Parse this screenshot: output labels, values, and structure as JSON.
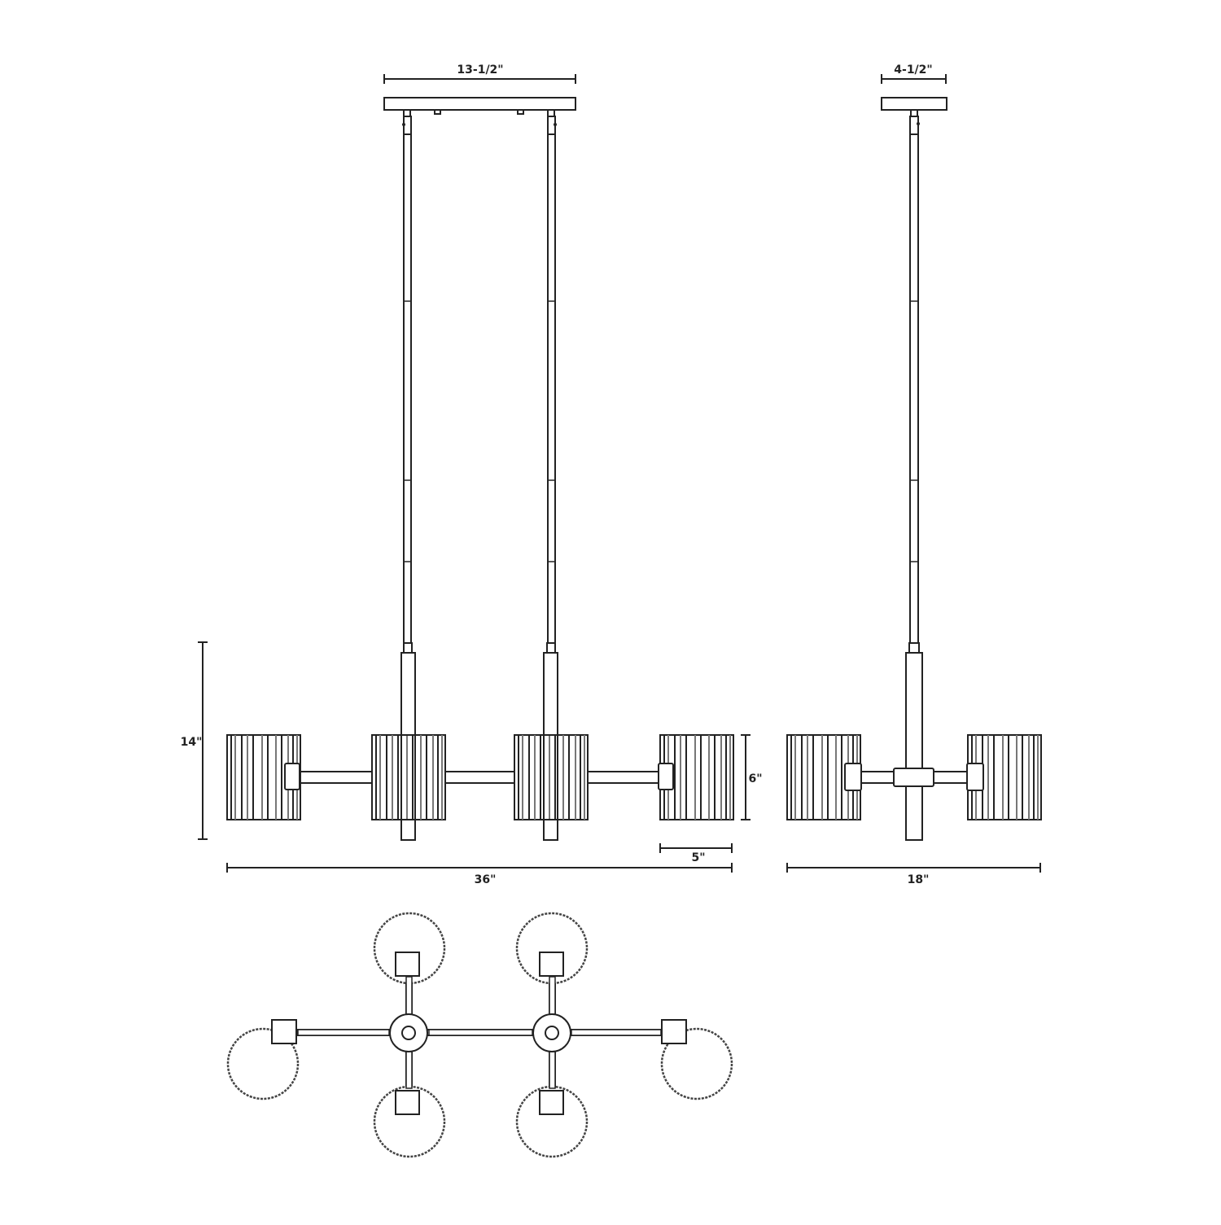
{
  "drawing": {
    "subject": "6-light linear chandelier dimension drawing",
    "views": [
      "front-view",
      "side-view",
      "top-view"
    ],
    "line_color": "#222222",
    "background": "#ffffff"
  },
  "front_view": {
    "canopy_width_label": "13-1/2\"",
    "overall_height_label": "14\"",
    "shade_height_label": "6\"",
    "shade_width_label": "5\"",
    "overall_width_label": "36\"",
    "shade_count": 4,
    "stem_count": 2
  },
  "side_view": {
    "canopy_width_label": "4-1/2\"",
    "overall_width_label": "18\"",
    "shade_count": 2,
    "stem_count": 1
  },
  "top_view": {
    "shade_count": 6,
    "hub_count": 2
  }
}
